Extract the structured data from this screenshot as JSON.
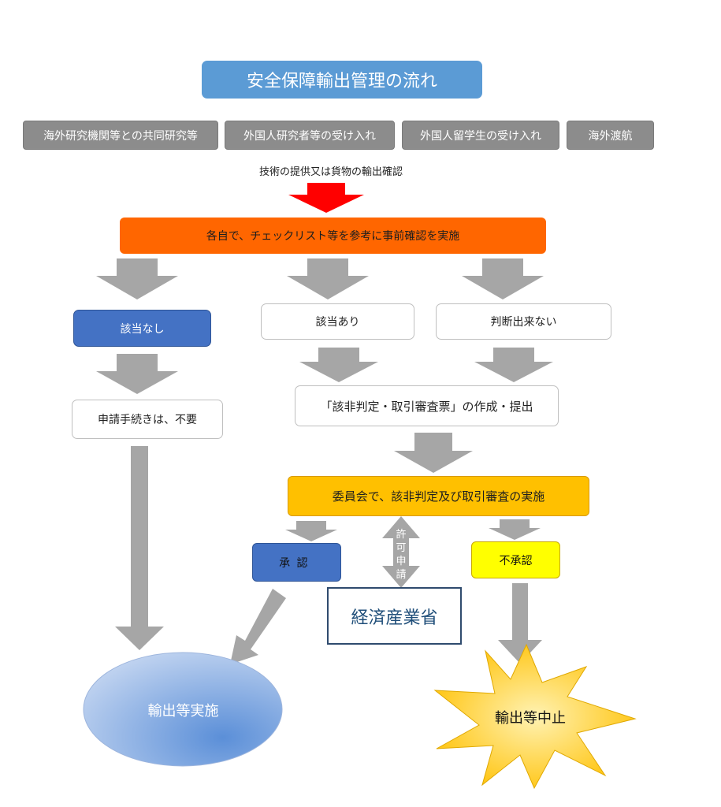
{
  "title": "安全保障輸出管理の流れ",
  "activities": [
    "海外研究機関等との共同研究等",
    "外国人研究者等の受け入れ",
    "外国人留学生の受け入れ",
    "海外渡航"
  ],
  "confirmation_label": "技術の提供又は貨物の輸出確認",
  "step_self_check": "各自で、チェックリスト等を参考に事前確認を実施",
  "results": {
    "not_applicable": "該当なし",
    "applicable": "該当あり",
    "undetermined": "判断出来ない"
  },
  "no_procedure": "申請手続きは、不要",
  "create_submit": "「該非判定・取引審査票」の作成・提出",
  "committee": "委員会で、該非判定及び取引審査の実施",
  "decision": {
    "approved": "承認",
    "rejected": "不承認"
  },
  "permit_label": [
    "許",
    "可",
    "申",
    "請"
  ],
  "ministry": "経済産業省",
  "outcome": {
    "export_ok": "輸出等実施",
    "export_stop": "輸出等中止"
  },
  "colors": {
    "title_bg": "#5b9bd5",
    "activity_bg": "#8c8c8c",
    "confirm_arrow": "#ff0000",
    "step_bg": "#ff6600",
    "arrow_gray": "#a6a6a6",
    "blue_box": "#4472c4",
    "committee_bg": "#ffc000",
    "reject_bg": "#ffff00",
    "stop_burst": "#ffc000"
  }
}
